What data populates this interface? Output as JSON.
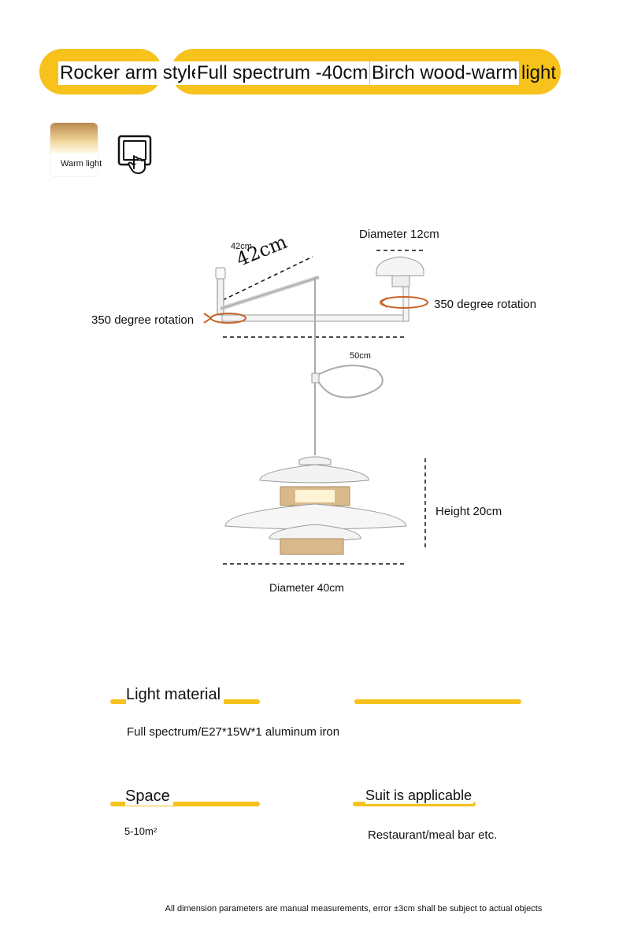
{
  "header": {
    "tag_rocker": "Rocker arm style",
    "tag_spectrum": "Full spectrum -40cm",
    "tag_birch": "Birch wood-warm",
    "tag_light": "light"
  },
  "options": {
    "swatch_label": "Warm light",
    "switch_icon": "touch-switch-icon"
  },
  "diagram": {
    "arm_length_small": "42cm",
    "arm_length_handwritten": "42cm",
    "canopy_diameter": "Diameter 12cm",
    "rotation_left": "350 degree rotation",
    "rotation_right": "350 degree rotation",
    "arm_span": "50cm",
    "shade_height": "Height 20cm",
    "shade_diameter": "Diameter 40cm"
  },
  "specs": {
    "material_title": "Light material",
    "material_value": "Full spectrum/E27*15W*1 aluminum   iron",
    "space_title": "Space",
    "space_value": "5-10m²",
    "suit_title": "Suit is applicable",
    "suit_value": "Restaurant/meal bar etc."
  },
  "footnote": "All dimension parameters are manual measurements, error ±3cm shall be subject to actual objects",
  "colors": {
    "accent_yellow": "#f6c21b",
    "rotation_arrow": "#c8632a",
    "wood": "#d9b98c"
  }
}
